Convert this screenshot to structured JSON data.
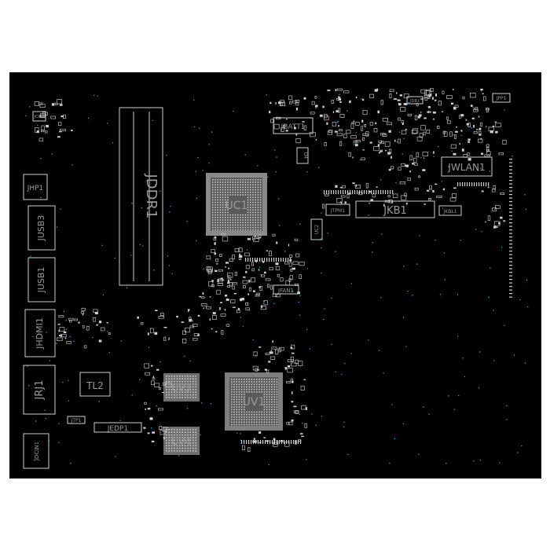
{
  "board": {
    "background": "#000000",
    "outline_color": "#cfcfcf",
    "label_color": "#9a9a9a",
    "via_color": "#2aa8b8"
  },
  "components": {
    "jddr1": "JDDR1",
    "uc1": "UC1",
    "uv1": "UV1",
    "uv3": "UV3",
    "uv4": "UV4",
    "jkb1": "JKB1",
    "jwlan1": "JWLAN1",
    "jbatt1": "JBATT1",
    "jhp1": "JHP1",
    "jusb3": "JUSB3",
    "jusb1": "JUSB1",
    "jhdmi1": "JHDMI1",
    "jrj1": "JRJ1",
    "tl2": "TL2",
    "jedp1": "JEDP1",
    "jdcin1": "JDCIN1",
    "jfan1": "JFAN1",
    "jtpm1": "JTPM1",
    "jkbl1": "JKBL1",
    "jpp1": "JPP1",
    "jtp1": "JTP1",
    "jdb1": "JDB1",
    "jcam": "JCAM",
    "u4": "U4",
    "uc2": "UC2"
  }
}
